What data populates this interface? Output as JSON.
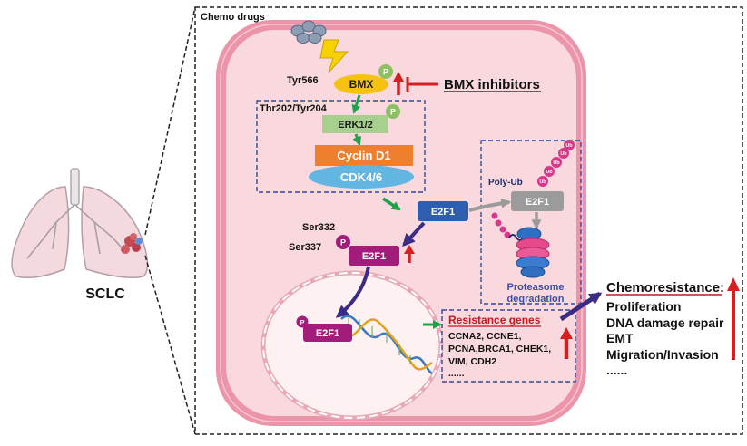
{
  "labels": {
    "chemo_drugs": "Chemo drugs",
    "tyr566": "Tyr566",
    "bmx": "BMX",
    "bmx_inhibitors": "BMX inhibitors",
    "thr_tyr": "Thr202/Tyr204",
    "erk": "ERK1/2",
    "cyclin": "Cyclin D1",
    "cdk": "CDK4/6",
    "e2f1": "E2F1",
    "poly_ub": "Poly-Ub",
    "ub": "Ub",
    "proteasome": [
      "Proteasome",
      "degradation"
    ],
    "ser332": "Ser332",
    "ser337": "Ser337",
    "phospho": "P",
    "sclc": "SCLC"
  },
  "resistance_genes": {
    "title": "Resistance genes",
    "lines": [
      "CCNA2, CCNE1,",
      "PCNA,BRCA1, CHEK1,",
      "VIM, CDH2",
      "......"
    ]
  },
  "chemoresistance": {
    "title": "Chemoresistance:",
    "items": [
      "Proliferation",
      "DNA damage repair",
      "EMT",
      "Migration/Invasion",
      "......"
    ]
  },
  "colors": {
    "bmx": "#f5c211",
    "phospho_green": "#8cc063",
    "erk": "#a7d08f",
    "cyclin": "#ee7f2c",
    "cdk": "#63b6e2",
    "e2f1_blue": "#2e5ead",
    "e2f1_gray": "#9b9b9b",
    "e2f1_magenta": "#a41c7b",
    "ub": "#d8378a",
    "activation_arrow": "#1fa24a",
    "upregulation_arrow": "#d42020",
    "pathway_arrow": "#3a2c86",
    "highlight_text": "#c8161d",
    "box_dashed": "#2d4a9e",
    "proteasome_text": "#3b4fa8",
    "cell_membrane": "#ec95aa",
    "cell_cytoplasm": "#f9d9de",
    "nucleus": "#fdf1f1"
  }
}
